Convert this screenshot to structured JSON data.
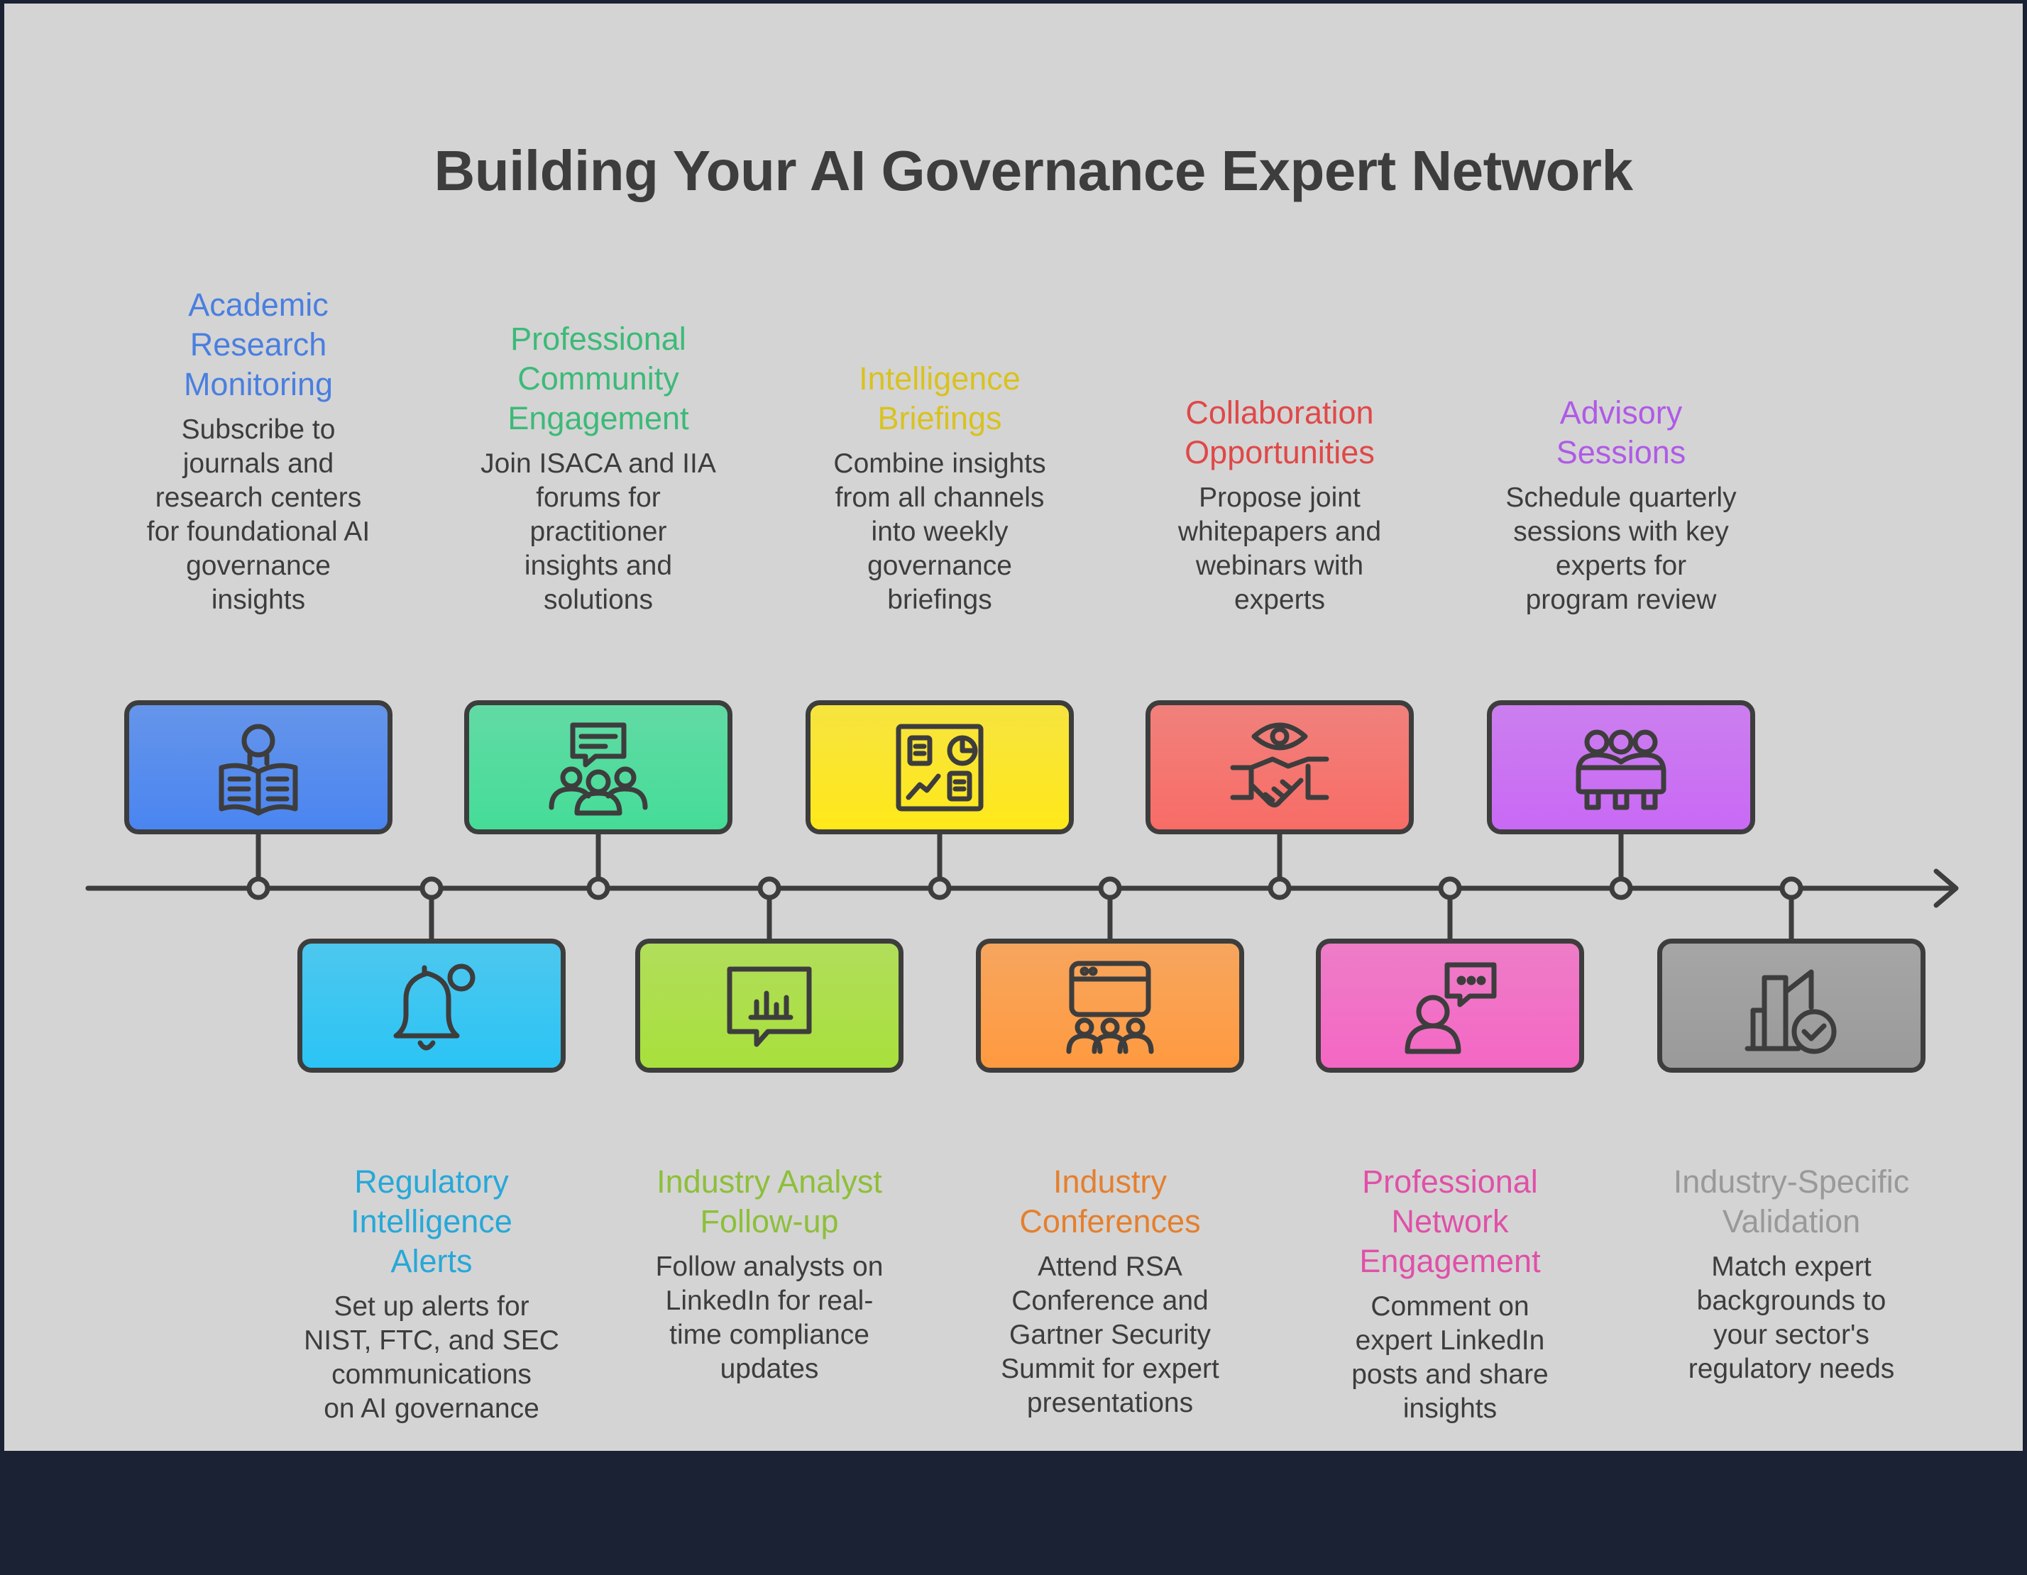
{
  "title": "Building Your AI Governance Expert Network",
  "steps": [
    {
      "heading": "Academic\nResearch\nMonitoring",
      "description": "Subscribe to\njournals and\nresearch centers\nfor foundational AI\ngovernance\ninsights",
      "icon": "reading-person-icon",
      "color": "#4a85f0",
      "heading_color": "#4a7fe0"
    },
    {
      "heading": "Regulatory\nIntelligence\nAlerts",
      "description": "Set up alerts for\nNIST, FTC, and SEC\ncommunications\non AI governance",
      "icon": "bell-notification-icon",
      "color": "#2bc4f5",
      "heading_color": "#27a8d8"
    },
    {
      "heading": "Professional\nCommunity\nEngagement",
      "description": "Join ISACA and IIA\nforums for\npractitioner\ninsights and\nsolutions",
      "icon": "community-chat-icon",
      "color": "#45dc98",
      "heading_color": "#3cba78"
    },
    {
      "heading": "Industry Analyst\nFollow-up",
      "description": "Follow analysts on\nLinkedIn for real-\ntime compliance\nupdates",
      "icon": "chart-message-icon",
      "color": "#a8e03c",
      "heading_color": "#8dbf3a"
    },
    {
      "heading": "Intelligence\nBriefings",
      "description": "Combine insights\nfrom all channels\ninto weekly\ngovernance\nbriefings",
      "icon": "dashboard-icon",
      "color": "#ffe81a",
      "heading_color": "#d9c21e"
    },
    {
      "heading": "Industry\nConferences",
      "description": "Attend RSA\nConference and\nGartner Security\nSummit for expert\npresentations",
      "icon": "presentation-audience-icon",
      "color": "#ff9a40",
      "heading_color": "#e57f2e"
    },
    {
      "heading": "Collaboration\nOpportunities",
      "description": "Propose joint\nwhitepapers and\nwebinars with\nexperts",
      "icon": "handshake-eye-icon",
      "color": "#f86c66",
      "heading_color": "#e04848"
    },
    {
      "heading": "Professional\nNetwork\nEngagement",
      "description": "Comment on\nexpert LinkedIn\nposts and share\ninsights",
      "icon": "person-comment-icon",
      "color": "#f467c4",
      "heading_color": "#e050a8"
    },
    {
      "heading": "Advisory\nSessions",
      "description": "Schedule quarterly\nsessions with key\nexperts for\nprogram review",
      "icon": "meeting-table-icon",
      "color": "#c969f5",
      "heading_color": "#b05ae6"
    },
    {
      "heading": "Industry-Specific\nValidation",
      "description": "Match expert\nbackgrounds to\nyour sector's\nregulatory needs",
      "icon": "building-check-icon",
      "color": "#9a9a9a",
      "heading_color": "#999999"
    }
  ]
}
